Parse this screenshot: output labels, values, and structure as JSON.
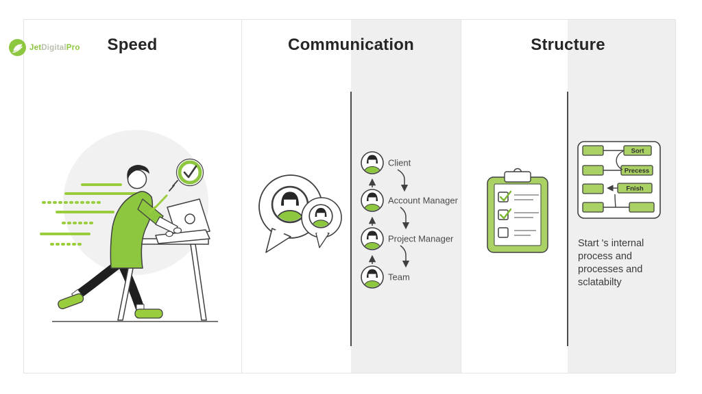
{
  "brand": {
    "jet": "Jet",
    "digital": "Digital",
    "pro": "Pro"
  },
  "sections": {
    "speed": {
      "title": "Speed"
    },
    "communication": {
      "title": "Communication",
      "chain": [
        {
          "label": "Client"
        },
        {
          "label": "Account Manager"
        },
        {
          "label": "Project Manager"
        },
        {
          "label": "Team"
        }
      ]
    },
    "structure": {
      "title": "Structure",
      "flowchart": {
        "box1": "Sort",
        "box2": "Precess",
        "box3": "Fnish"
      },
      "caption_lines": [
        "Start 's internal",
        "process and",
        "processes and",
        "sclatabilty"
      ]
    }
  },
  "colors": {
    "accent_green": "#8dc63f",
    "light_green": "#aad163",
    "panel_gray": "#efefef",
    "outline_dark": "#3f3f3f",
    "heading_text": "#262626",
    "body_text": "#4a4a4a"
  }
}
